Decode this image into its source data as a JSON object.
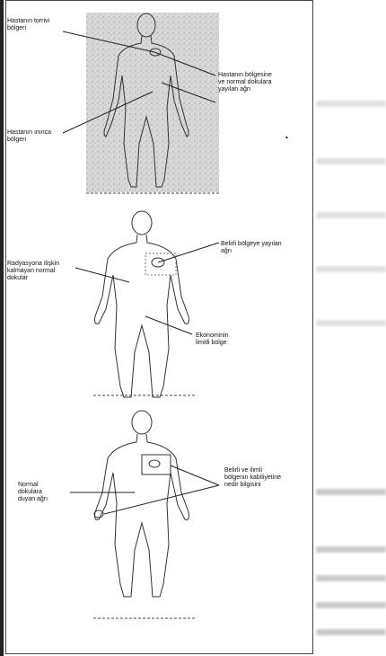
{
  "figure": {
    "panel1": {
      "label_top_left": "Hastanın torrivi\nbölgeri",
      "label_right": "Hastanın bölgesine\nve normal dokulara\nyayılan ağrı",
      "label_bottom_left": "Hastanın ınınca\nbölgeri"
    },
    "panel2": {
      "label_left": "Radyasyona ilişkin\nkalmayan normal\ndokular",
      "label_right_top": "Belirli bölgeye yayılan\nağrı",
      "label_right_bottom": "Ekonominin\nlimitli bölge"
    },
    "panel3": {
      "label_left": "Normal\ndokulara\nduyan ağrı",
      "label_right": "Belirli ve ilimli\nbölgenin kabiliyetine\nnedir bilgisini"
    }
  }
}
